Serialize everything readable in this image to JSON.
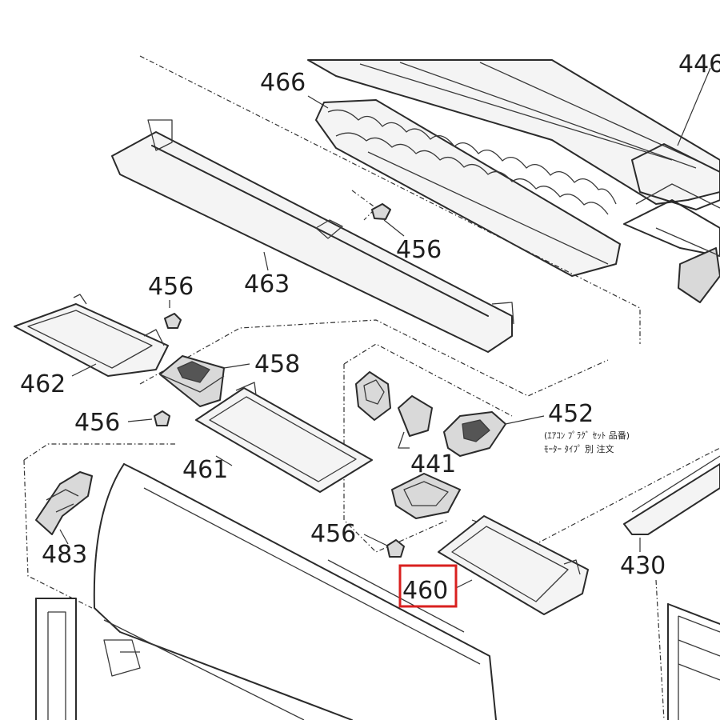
{
  "diagram": {
    "callouts": {
      "p446": "446",
      "p466": "466",
      "p463": "463",
      "p456_top": "456",
      "p456_left": "456",
      "p456_mid": "456",
      "p456_bottom": "456",
      "p462": "462",
      "p458": "458",
      "p461": "461",
      "p452": "452",
      "p441": "441",
      "p483": "483",
      "p460": "460",
      "p430": "430"
    },
    "note_452": {
      "line1": "(ｴｱｺﾝ ﾌﾟﾗｸﾞ ｾｯﾄ 品番)",
      "line2": "ﾓｰﾀｰ ﾀｲﾌﾟ 別 注文"
    },
    "highlighted_part": "460",
    "colors": {
      "highlight": "#d9201f",
      "line": "#2b2b2b"
    }
  }
}
